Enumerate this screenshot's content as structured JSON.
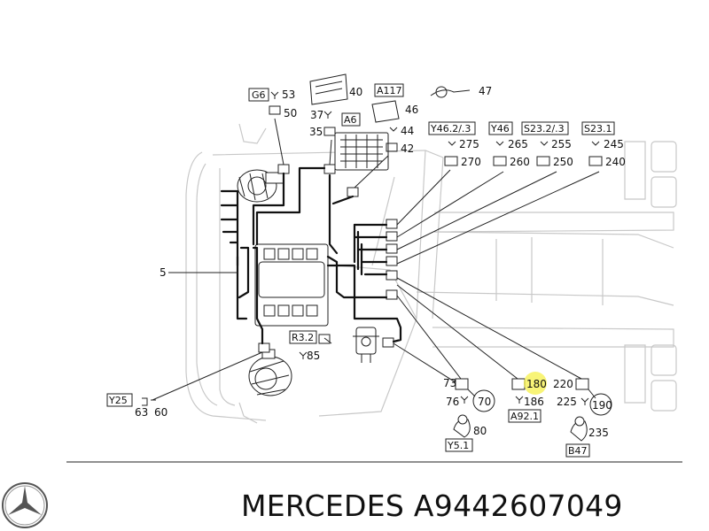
{
  "title": "MERCEDES A9442607049",
  "logo": "mercedes-star-logo",
  "colors": {
    "highlight": "#f5f04a",
    "line": "#111111",
    "ghost": "#c8c8c8"
  },
  "codes": {
    "g6": "G6",
    "a117": "A117",
    "a6": "A6",
    "y46_2": "Y46.2/.3",
    "y46": "Y46",
    "s23_2": "S23.2/.3",
    "s23_1": "S23.1",
    "r3_2": "R3.2",
    "y25": "Y25",
    "a92_1": "A92.1",
    "y5_1": "Y5.1",
    "b47": "B47"
  },
  "numbers": {
    "n53": "53",
    "n50": "50",
    "n40": "40",
    "n46": "46",
    "n47": "47",
    "n37": "37",
    "n35": "35",
    "n44": "44",
    "n42": "42",
    "n275": "275",
    "n270": "270",
    "n265": "265",
    "n260": "260",
    "n255": "255",
    "n250": "250",
    "n245": "245",
    "n240": "240",
    "n5": "5",
    "n85": "85",
    "n73": "73",
    "n76": "76",
    "n70": "70",
    "n180": "180",
    "n186": "186",
    "n220": "220",
    "n225": "225",
    "n190": "190",
    "n80": "80",
    "n235": "235",
    "n60": "60",
    "n63": "63"
  }
}
